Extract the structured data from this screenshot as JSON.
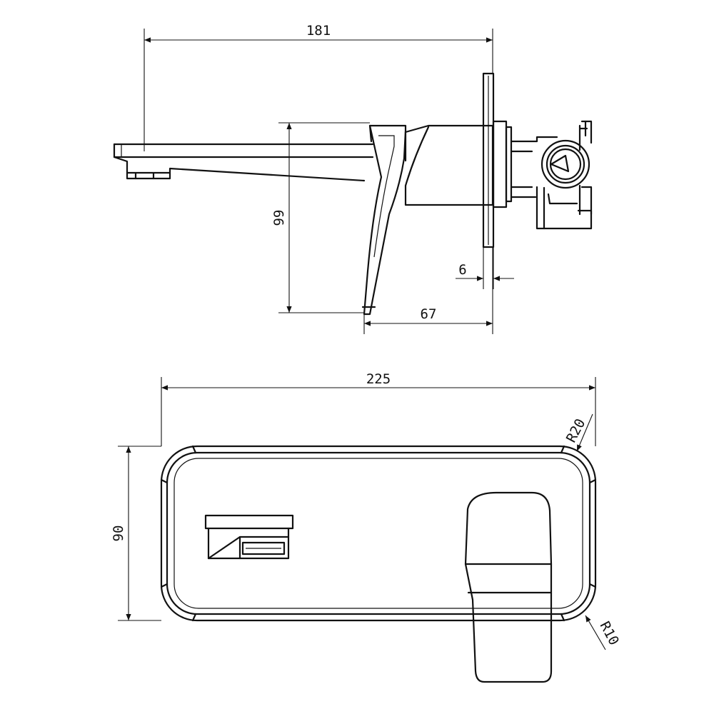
{
  "dimensions": {
    "side_total_length": "181",
    "side_handle_height": "99",
    "side_plate_thickness": "6",
    "side_handle_offset": "67",
    "front_width": "225",
    "front_height": "90",
    "front_outer_radius": "R20",
    "front_inner_radius": "R10"
  }
}
